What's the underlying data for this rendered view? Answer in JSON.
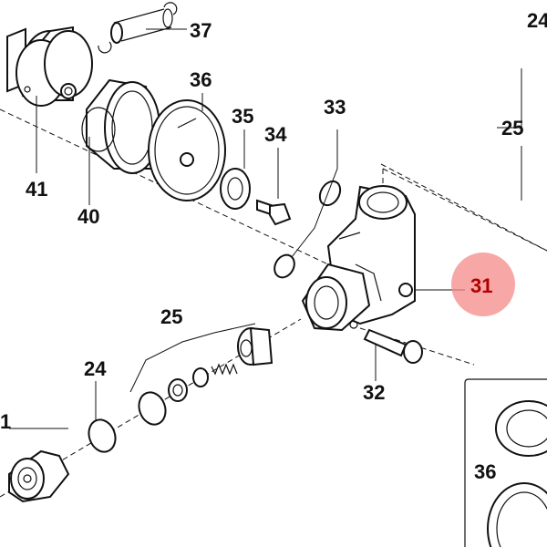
{
  "diagram": {
    "callouts": [
      {
        "id": "c37",
        "text": "37"
      },
      {
        "id": "c24top",
        "text": "24"
      },
      {
        "id": "c36a",
        "text": "36"
      },
      {
        "id": "c35",
        "text": "35"
      },
      {
        "id": "c34",
        "text": "34"
      },
      {
        "id": "c33",
        "text": "33"
      },
      {
        "id": "c25a",
        "text": "25"
      },
      {
        "id": "c41",
        "text": "41"
      },
      {
        "id": "c40",
        "text": "40"
      },
      {
        "id": "c25b",
        "text": "25"
      },
      {
        "id": "c24b",
        "text": "24"
      },
      {
        "id": "c32",
        "text": "32"
      },
      {
        "id": "c36b",
        "text": "36"
      },
      {
        "id": "c1",
        "text": "1"
      }
    ],
    "highlight": {
      "text": "31",
      "color": "#f58a8a"
    }
  }
}
